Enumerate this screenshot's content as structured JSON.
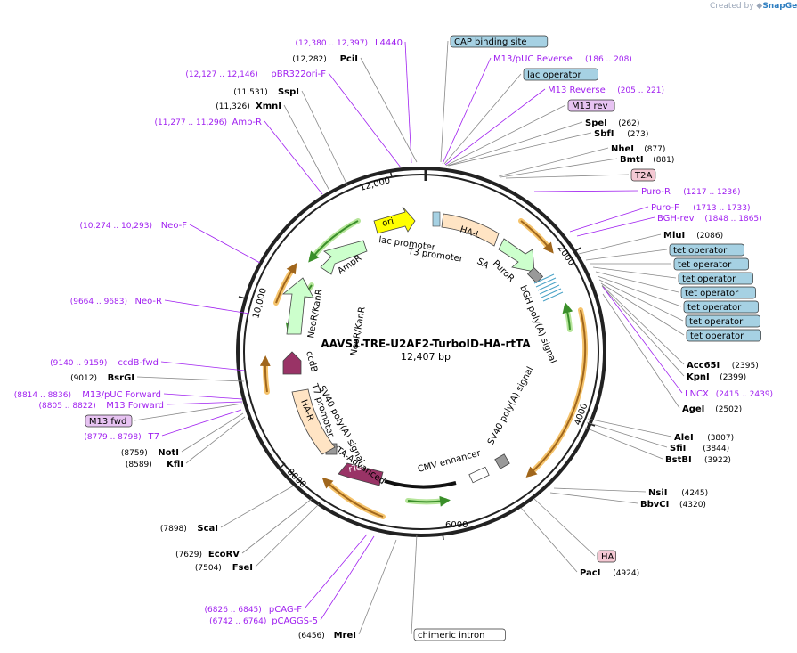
{
  "credit": {
    "prefix": "Created by",
    "brand": "SnapGene"
  },
  "plasmid": {
    "name": "AAVS1-TRE-U2AF2-TurboID-HA-rtTA",
    "length": "12,407 bp",
    "length_bp": 12407
  },
  "ticks": [
    "2000",
    "4000",
    "6000",
    "8000",
    "10,000",
    "12,000"
  ],
  "colors": {
    "primer": "#a020f0",
    "enzyme": "#000000",
    "feature_box": "#a6d1e3",
    "tag_box": "#f4c8d3",
    "primer_box": "#e7c3f2"
  },
  "features": [
    {
      "label": "ori",
      "color": "#ffff00"
    },
    {
      "label": "lac promoter",
      "color": "#ffffff"
    },
    {
      "label": "T3 promoter",
      "color": "#ffffff"
    },
    {
      "label": "HA-L",
      "color": "#ffe4c4"
    },
    {
      "label": "SA",
      "color": "#ffffff"
    },
    {
      "label": "PuroR",
      "color": "#ccffcc"
    },
    {
      "label": "bGH poly(A) signal",
      "color": "#999999"
    },
    {
      "label": "SV40 poly(A) signal",
      "color": "#999999"
    },
    {
      "label": "CMV enhancer",
      "color": "#ffffff"
    },
    {
      "label": "rTetR",
      "color": "#993366"
    },
    {
      "label": "rtTA-Advanced",
      "color": "#ffffff"
    },
    {
      "label": "SV40 poly(A) signal",
      "color": "#999999"
    },
    {
      "label": "T7 promoter",
      "color": "#ffffff"
    },
    {
      "label": "HA-R",
      "color": "#ffe4c4"
    },
    {
      "label": "ccdB",
      "color": "#993366"
    },
    {
      "label": "NeoR/KanR",
      "color": "#ccffcc"
    },
    {
      "label": "NeoR/KanR",
      "color": "#ccffcc"
    },
    {
      "label": "AmpR",
      "color": "#ccffcc"
    }
  ],
  "right_labels": [
    {
      "text": "CAP binding site",
      "kind": "feature"
    },
    {
      "text": "M13/pUC Reverse",
      "kind": "primer",
      "range": "(186 .. 208)"
    },
    {
      "text": "lac operator",
      "kind": "feature"
    },
    {
      "text": "M13 Reverse",
      "kind": "primer",
      "range": "(205 .. 221)"
    },
    {
      "text": "M13 rev",
      "kind": "primerbox"
    },
    {
      "text": "SpeI",
      "kind": "enzyme",
      "pos": "(262)"
    },
    {
      "text": "SbfI",
      "kind": "enzyme",
      "pos": "(273)"
    },
    {
      "text": "NheI",
      "kind": "enzyme",
      "pos": "(877)"
    },
    {
      "text": "BmtI",
      "kind": "enzyme",
      "pos": "(881)"
    },
    {
      "text": "T2A",
      "kind": "tag"
    },
    {
      "text": "Puro-R",
      "kind": "primer",
      "range": "(1217 .. 1236)"
    },
    {
      "text": "Puro-F",
      "kind": "primer",
      "range": "(1713 .. 1733)"
    },
    {
      "text": "BGH-rev",
      "kind": "primer",
      "range": "(1848 .. 1865)"
    },
    {
      "text": "MluI",
      "kind": "enzyme",
      "pos": "(2086)"
    },
    {
      "text": "tet operator",
      "kind": "feature"
    },
    {
      "text": "tet operator",
      "kind": "feature"
    },
    {
      "text": "tet operator",
      "kind": "feature"
    },
    {
      "text": "tet operator",
      "kind": "feature"
    },
    {
      "text": "tet operator",
      "kind": "feature"
    },
    {
      "text": "tet operator",
      "kind": "feature"
    },
    {
      "text": "tet operator",
      "kind": "feature"
    },
    {
      "text": "Acc65I",
      "kind": "enzyme",
      "pos": "(2395)"
    },
    {
      "text": "KpnI",
      "kind": "enzyme",
      "pos": "(2399)"
    },
    {
      "text": "LNCX",
      "kind": "primer",
      "range": "(2415 .. 2439)"
    },
    {
      "text": "AgeI",
      "kind": "enzyme",
      "pos": "(2502)"
    },
    {
      "text": "AleI",
      "kind": "enzyme",
      "pos": "(3807)"
    },
    {
      "text": "SfiI",
      "kind": "enzyme",
      "pos": "(3844)"
    },
    {
      "text": "BstBI",
      "kind": "enzyme",
      "pos": "(3922)"
    },
    {
      "text": "NsiI",
      "kind": "enzyme",
      "pos": "(4245)"
    },
    {
      "text": "BbvCI",
      "kind": "enzyme",
      "pos": "(4320)"
    },
    {
      "text": "HA",
      "kind": "tag"
    },
    {
      "text": "PacI",
      "kind": "enzyme",
      "pos": "(4924)"
    },
    {
      "text": "chimeric intron",
      "kind": "whitebox"
    }
  ],
  "left_labels": [
    {
      "text": "L4440",
      "kind": "primer",
      "range": "(12,380 .. 12,397)"
    },
    {
      "text": "PciI",
      "kind": "enzyme",
      "pos": "(12,282)"
    },
    {
      "text": "pBR322ori-F",
      "kind": "primer",
      "range": "(12,127 .. 12,146)"
    },
    {
      "text": "SspI",
      "kind": "enzyme",
      "pos": "(11,531)"
    },
    {
      "text": "XmnI",
      "kind": "enzyme",
      "pos": "(11,326)"
    },
    {
      "text": "Amp-R",
      "kind": "primer",
      "range": "(11,277 .. 11,296)"
    },
    {
      "text": "Neo-F",
      "kind": "primer",
      "range": "(10,274 .. 10,293)"
    },
    {
      "text": "Neo-R",
      "kind": "primer",
      "range": "(9664 .. 9683)"
    },
    {
      "text": "ccdB-fwd",
      "kind": "primer",
      "range": "(9140 .. 9159)"
    },
    {
      "text": "BsrGI",
      "kind": "enzyme",
      "pos": "(9012)"
    },
    {
      "text": "M13/pUC Forward",
      "kind": "primer",
      "range": "(8814 .. 8836)"
    },
    {
      "text": "M13 Forward",
      "kind": "primer",
      "range": "(8805 .. 8822)"
    },
    {
      "text": "M13 fwd",
      "kind": "primerbox"
    },
    {
      "text": "T7",
      "kind": "primer",
      "range": "(8779 .. 8798)"
    },
    {
      "text": "NotI",
      "kind": "enzyme",
      "pos": "(8759)"
    },
    {
      "text": "KflI",
      "kind": "enzyme",
      "pos": "(8589)"
    },
    {
      "text": "ScaI",
      "kind": "enzyme",
      "pos": "(7898)"
    },
    {
      "text": "EcoRV",
      "kind": "enzyme",
      "pos": "(7629)"
    },
    {
      "text": "FseI",
      "kind": "enzyme",
      "pos": "(7504)"
    },
    {
      "text": "pCAG-F",
      "kind": "primer",
      "range": "(6826 .. 6845)"
    },
    {
      "text": "pCAGGS-5",
      "kind": "primer",
      "range": "(6742 .. 6764)"
    },
    {
      "text": "MreI",
      "kind": "enzyme",
      "pos": "(6456)"
    }
  ]
}
